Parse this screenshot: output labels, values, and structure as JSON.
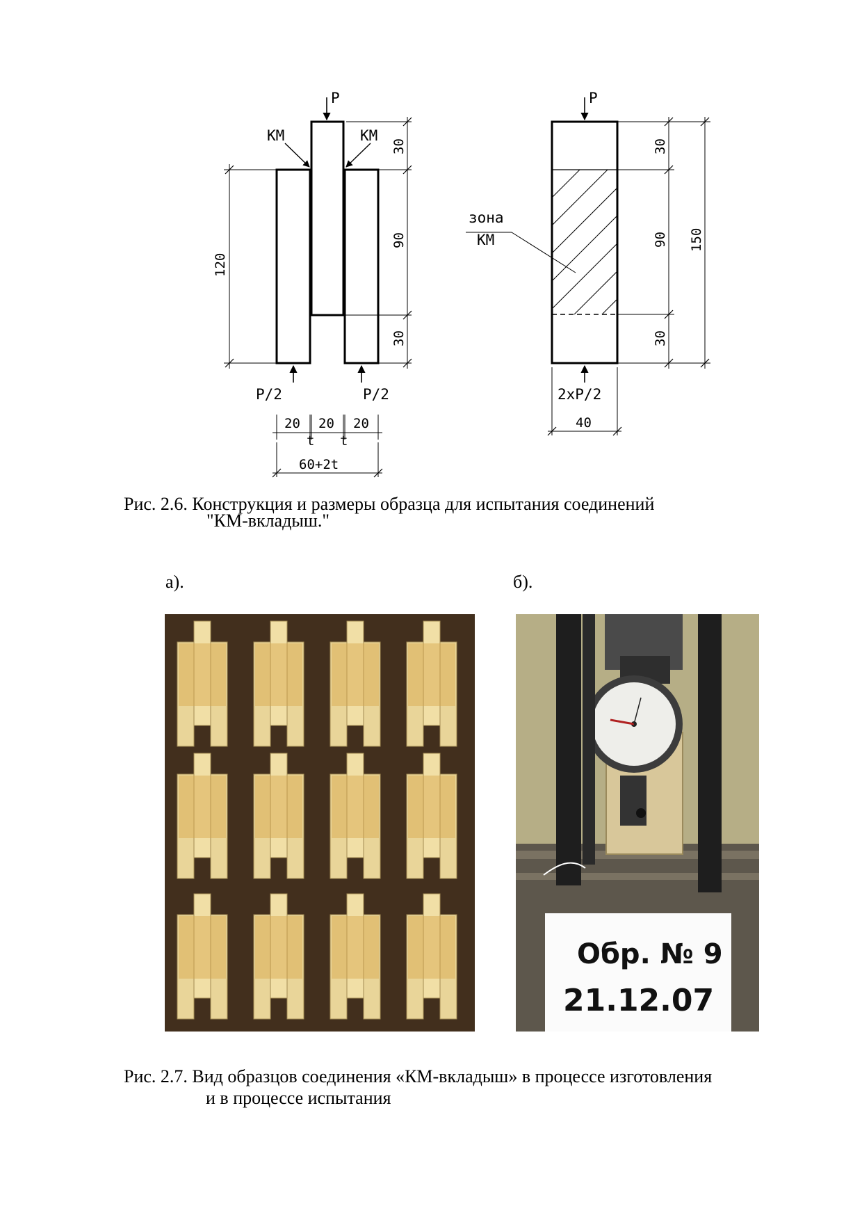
{
  "figure_2_6": {
    "caption_line1": "Рис. 2.6.   Конструкция и размеры образца для испытания  соединений",
    "caption_line2": "\"КМ-вкладыш.\"",
    "left_drawing": {
      "load_top": "P",
      "km_left": "КМ",
      "km_right": "КМ",
      "load_bottom_left": "P/2",
      "load_bottom_right": "P/2",
      "dim_height_total": "120",
      "dim_top": "30",
      "dim_middle": "90",
      "dim_bottom": "30",
      "dim_width_1": "20",
      "dim_width_2": "20",
      "dim_width_3": "20",
      "gap_1": "t",
      "gap_2": "t",
      "dim_total_width": "60+2t"
    },
    "right_drawing": {
      "load_top": "P",
      "zone_label_line1": "зона",
      "zone_label_line2": "КМ",
      "dim_top": "30",
      "dim_middle": "90",
      "dim_bottom": "30",
      "dim_total_height": "150",
      "load_bottom": "2xP/2",
      "dim_width": "40"
    }
  },
  "figure_2_7": {
    "label_a": "а).",
    "label_b": "б).",
    "sign_line1": "Обр. № 9",
    "sign_line2": "21.12.07",
    "caption_line1": "Рис. 2.7. Вид образцов соединения «КМ-вкладыш» в процессе изготовления",
    "caption_line2": "и в процессе испытания"
  }
}
